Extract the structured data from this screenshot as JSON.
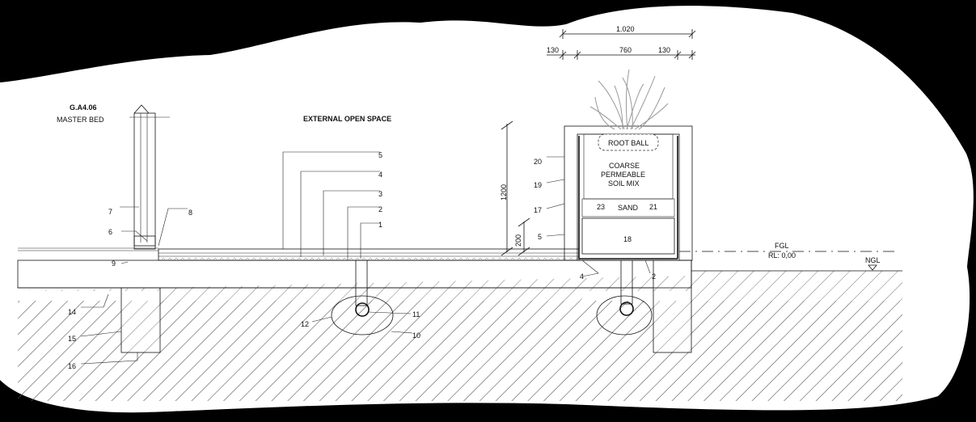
{
  "title": {
    "ref": "G.A4.06",
    "room": "MASTER BED"
  },
  "header": {
    "label": "EXTERNAL OPEN SPACE"
  },
  "dimensions": {
    "overall": "1.020",
    "left_offset": "130",
    "inner": "760",
    "right_offset": "130",
    "height": "1200",
    "kerb": "200"
  },
  "planter": {
    "root_ball": "ROOT BALL",
    "soil_line1": "COARSE",
    "soil_line2": "PERMEABLE",
    "soil_line3": "SOIL MIX",
    "sand": "SAND"
  },
  "levels": {
    "fgl": "FGL",
    "rl": "RL: 0,00",
    "ngl": "NGL"
  },
  "callouts": {
    "c1": "1",
    "c2": "2",
    "c3": "3",
    "c4": "4",
    "c5": "5",
    "c6": "6",
    "c7": "7",
    "c8": "8",
    "c9": "9",
    "c10": "10",
    "c11": "11",
    "c12": "12",
    "c14": "14",
    "c15": "15",
    "c16": "16",
    "p2": "2",
    "p4": "4",
    "p5": "5",
    "p17": "17",
    "p18": "18",
    "p19": "19",
    "p20": "20",
    "p21": "21",
    "p23": "23"
  },
  "colors": {
    "paper": "#ffffff",
    "background": "#000000",
    "ink": "#111111"
  }
}
